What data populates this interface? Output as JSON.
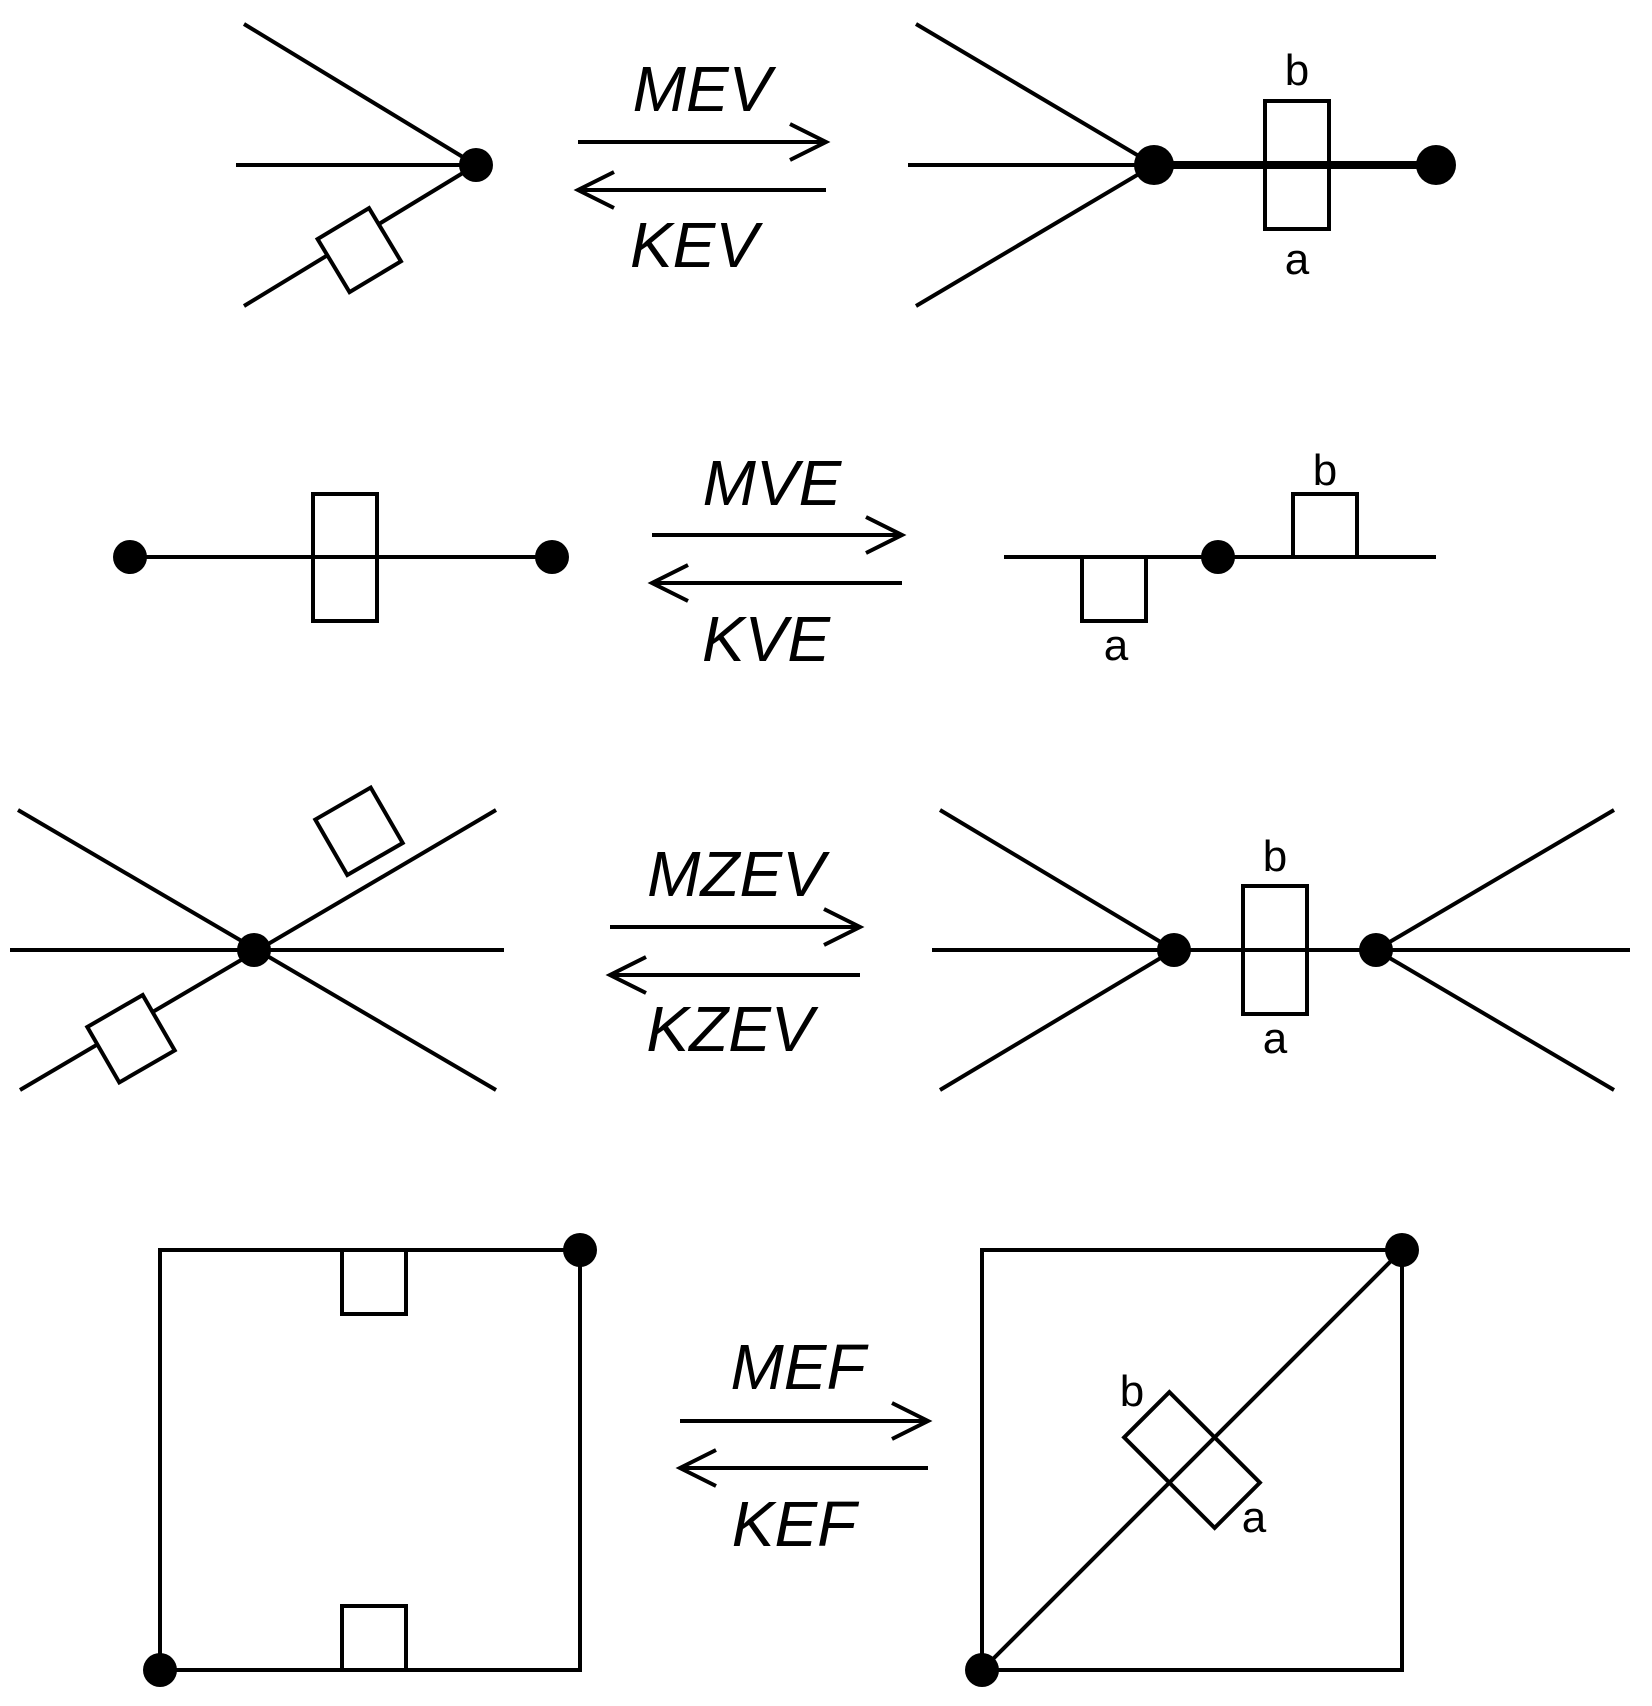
{
  "operations": [
    {
      "forward": "MEV",
      "inverse": "KEV"
    },
    {
      "forward": "MVE",
      "inverse": "KVE"
    },
    {
      "forward": "MZEV",
      "inverse": "KZEV"
    },
    {
      "forward": "MEF",
      "inverse": "KEF"
    }
  ],
  "half_edge_labels": {
    "a": "a",
    "b": "b"
  },
  "colors": {
    "stroke": "#000000",
    "background": "#ffffff"
  }
}
